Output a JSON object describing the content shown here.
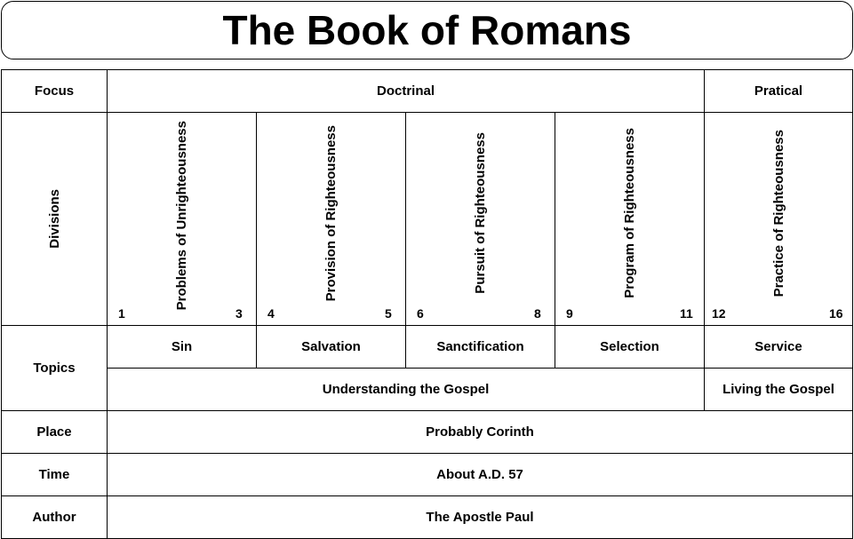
{
  "title": "The Book of Romans",
  "labels": {
    "focus": "Focus",
    "divisions": "Divisions",
    "topics": "Topics",
    "place": "Place",
    "time": "Time",
    "author": "Author"
  },
  "focus": {
    "doctrinal": "Doctrinal",
    "practical": "Pratical"
  },
  "divisions": [
    {
      "name": "Problems of Unrighteousness",
      "start": "1",
      "end": "3"
    },
    {
      "name": "Provision of Righteousness",
      "start": "4",
      "end": "5"
    },
    {
      "name": "Pursuit of Righteousness",
      "start": "6",
      "end": "8"
    },
    {
      "name": "Program of Righteousness",
      "start": "9",
      "end": "11"
    },
    {
      "name": "Practice of Righteousness",
      "start": "12",
      "end": "16"
    }
  ],
  "topics": [
    "Sin",
    "Salvation",
    "Sanctification",
    "Selection",
    "Service"
  ],
  "themes": {
    "understanding": "Understanding the Gospel",
    "living": "Living the Gospel"
  },
  "place": "Probably Corinth",
  "time": "About A.D. 57",
  "author": "The Apostle Paul"
}
